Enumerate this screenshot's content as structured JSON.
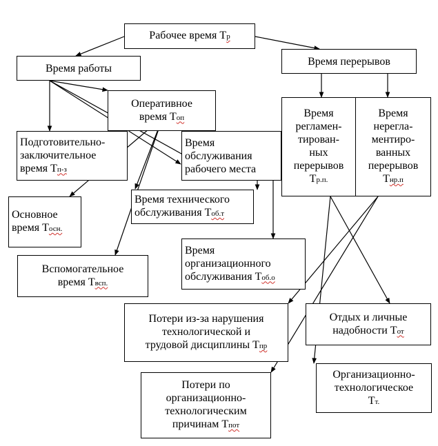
{
  "nodes": {
    "root": {
      "text": "Рабочее время Т",
      "sub": "р"
    },
    "work": {
      "text": "Время работы",
      "sub": ""
    },
    "breaks": {
      "text": "Время перерывов",
      "sub": ""
    },
    "operative": {
      "text": "Оперативное\nвремя Т",
      "sub": "оп"
    },
    "service": {
      "text": "Время\nобслуживания\nрабочего места",
      "sub": ""
    },
    "preparatory": {
      "text": "Подготовительно-\nзаключительное\nвремя Т",
      "sub": "п-з"
    },
    "regulated": {
      "text": "Время\nрегламен-\nтирован-\nных\nперерывов\nТ",
      "sub": "р.п."
    },
    "unregulated": {
      "text": "Время\nнерегла-\nментиро-\nванных\nперерывов\nТ",
      "sub": "нр.п"
    },
    "main": {
      "text": "Основное\nвремя Т",
      "sub": "осн."
    },
    "technical": {
      "text": "Время технического\nобслуживания Т",
      "sub": "об.т"
    },
    "auxiliary": {
      "text": "Вспомогательное\nвремя Т",
      "sub": "всп."
    },
    "organizational": {
      "text": "Время\nорганизационного\nобслуживания Т",
      "sub": "об.о"
    },
    "losses_disc": {
      "text": "Потери из-за нарушения\nтехнологической и\nтрудовой дисциплины Т",
      "sub": "пр"
    },
    "rest": {
      "text": "Отдых и личные\nнадобности Т",
      "sub": "от"
    },
    "losses_org": {
      "text": "Потери по\nорганизационно-\nтехнологическим\nпричинам Т",
      "sub": "пот"
    },
    "org_tech": {
      "text": "Организационно-\nтехнологическое\nТ",
      "sub": "т."
    }
  }
}
